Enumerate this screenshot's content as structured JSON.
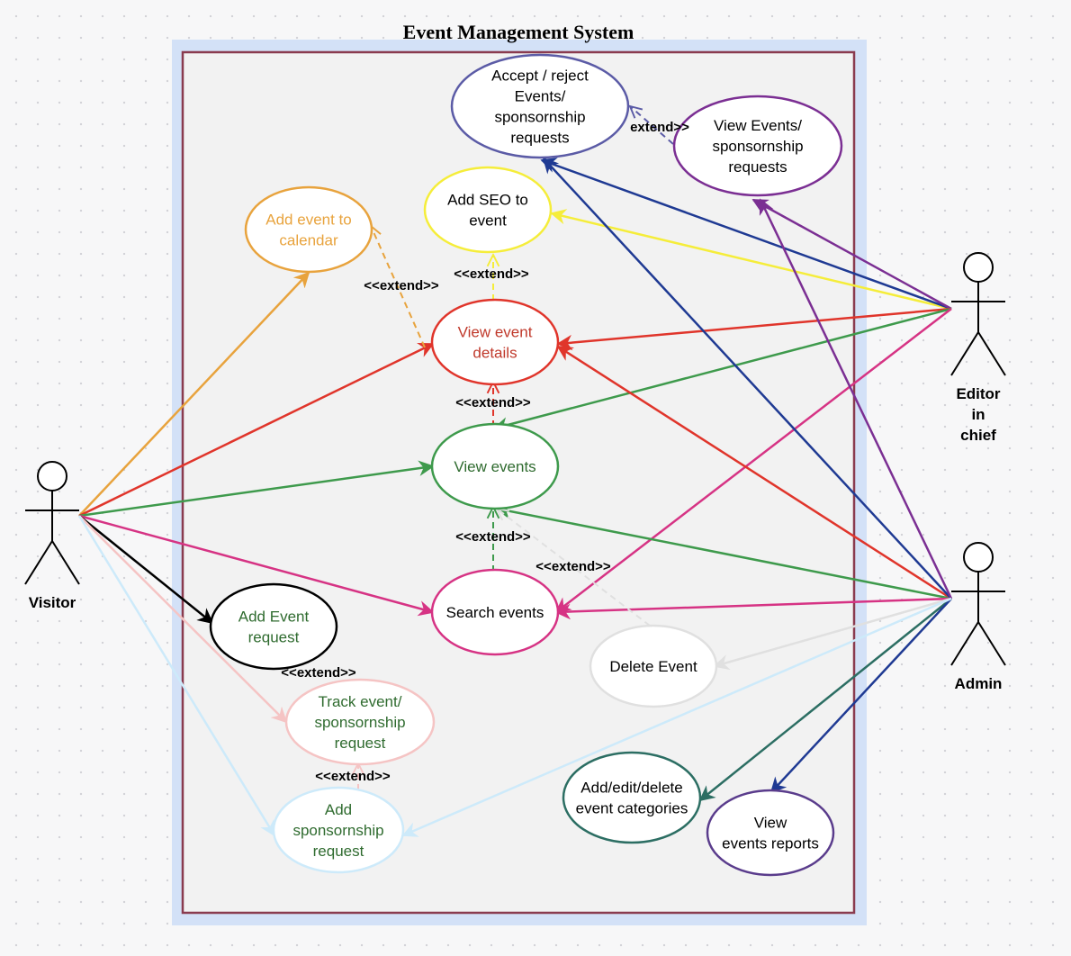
{
  "title": "Event Management System",
  "actors": {
    "visitor": "Visitor",
    "editor": [
      "Editor",
      "in",
      "chief"
    ],
    "admin": "Admin"
  },
  "use_cases": {
    "accept_reject": [
      "Accept / reject",
      "Events/",
      "sponsornship",
      "requests"
    ],
    "view_events_sponsorship": [
      "View Events/",
      "sponsornship",
      "requests"
    ],
    "add_seo": [
      "Add SEO to",
      "event"
    ],
    "add_calendar": [
      "Add event to",
      "calendar"
    ],
    "view_event_details": [
      "View event",
      "details"
    ],
    "view_events": [
      "View events"
    ],
    "search_events": [
      "Search events"
    ],
    "add_event_request": [
      "Add Event",
      "request"
    ],
    "delete_event": [
      "Delete Event"
    ],
    "track_request": [
      "Track event/",
      "sponsornship",
      "request"
    ],
    "add_sponsorship": [
      "Add",
      "sponsornship",
      "request"
    ],
    "categories": [
      "Add/edit/delete",
      "event categories"
    ],
    "reports": [
      "View",
      "events reports"
    ]
  },
  "extend_label": "<<extend>>",
  "extend_label_short": "extend>>",
  "colors": {
    "boundary_outer": "#d3e1f7",
    "boundary_inner": "#f2f2f2",
    "boundary_border": "#8a3b4f",
    "orange": "#e8a33d",
    "red": "#e0352b",
    "green": "#3e9a4c",
    "dark_green": "#2f6b2f",
    "magenta": "#d63384",
    "black": "#000000",
    "pink": "#f5c4c4",
    "light_blue": "#cdeafa",
    "navy": "#1f3a93",
    "purple": "#7b2f93",
    "yellow": "#f5ed3a",
    "light_gray": "#e0e0e0",
    "teal": "#2c6e63",
    "dark_purple": "#5a3c8c",
    "slate": "#5b5ba6",
    "dark_red": "#c0392b"
  }
}
